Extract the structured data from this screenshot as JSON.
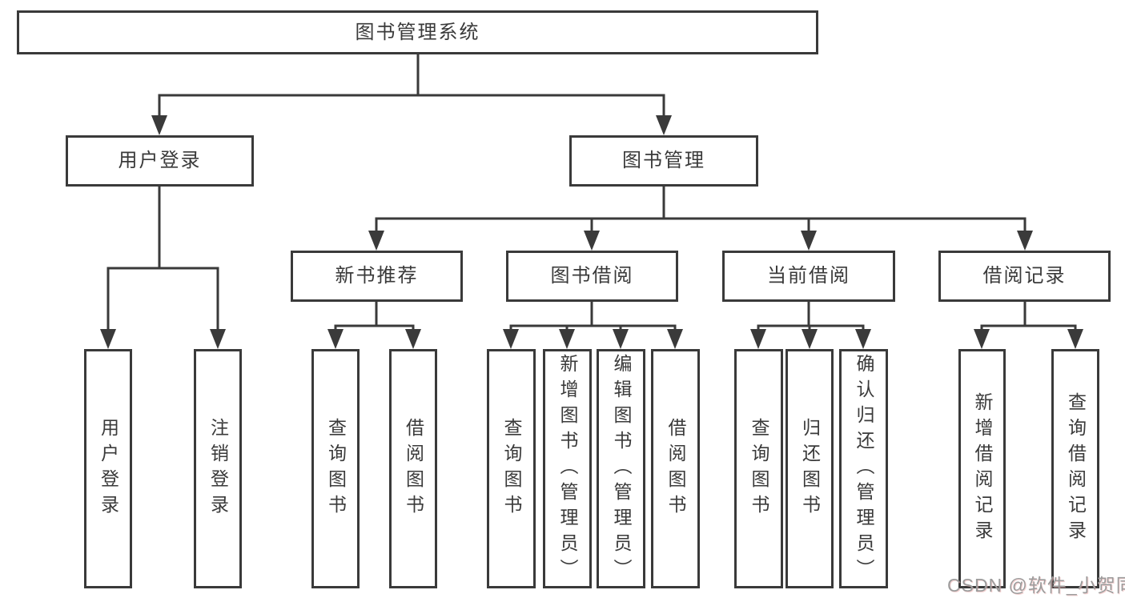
{
  "diagram": {
    "root": {
      "label": "图书管理系统"
    },
    "branches": [
      {
        "label": "用户登录",
        "children": [
          {
            "label": "用户登录"
          },
          {
            "label": "注销登录"
          }
        ]
      },
      {
        "label": "图书管理",
        "children": [
          {
            "label": "新书推荐",
            "children": [
              {
                "label": "查询图书"
              },
              {
                "label": "借阅图书"
              }
            ]
          },
          {
            "label": "图书借阅",
            "children": [
              {
                "label": "查询图书"
              },
              {
                "label": "新增图书（管理员）"
              },
              {
                "label": "编辑图书（管理员）"
              },
              {
                "label": "借阅图书"
              }
            ]
          },
          {
            "label": "当前借阅",
            "children": [
              {
                "label": "查询图书"
              },
              {
                "label": "归还图书"
              },
              {
                "label": "确认归还（管理员）"
              }
            ]
          },
          {
            "label": "借阅记录",
            "children": [
              {
                "label": "新增借阅记录"
              },
              {
                "label": "查询借阅记录"
              }
            ]
          }
        ]
      }
    ]
  },
  "watermark": {
    "text": "CSDN @软件_小贺同学"
  },
  "colors": {
    "line": "#3a3a3a",
    "text": "#3a3a3a",
    "background": "#ffffff",
    "watermark": "#9c9c9c"
  }
}
